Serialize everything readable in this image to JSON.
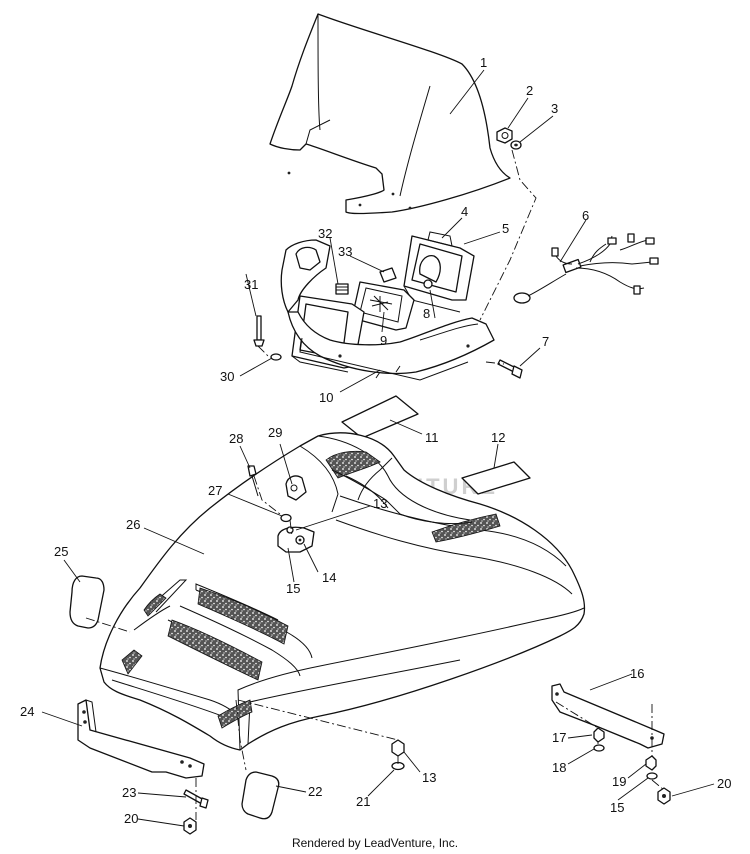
{
  "watermark": "LEADVENTURE",
  "footer": "Rendered by LeadVenture, Inc.",
  "labels": [
    "1",
    "2",
    "3",
    "4",
    "5",
    "6",
    "7",
    "8",
    "9",
    "10",
    "11",
    "12",
    "13",
    "13",
    "14",
    "15",
    "15",
    "16",
    "17",
    "18",
    "19",
    "20",
    "20",
    "21",
    "22",
    "23",
    "24",
    "25",
    "26",
    "27",
    "28",
    "29",
    "30",
    "31",
    "32",
    "33"
  ]
}
